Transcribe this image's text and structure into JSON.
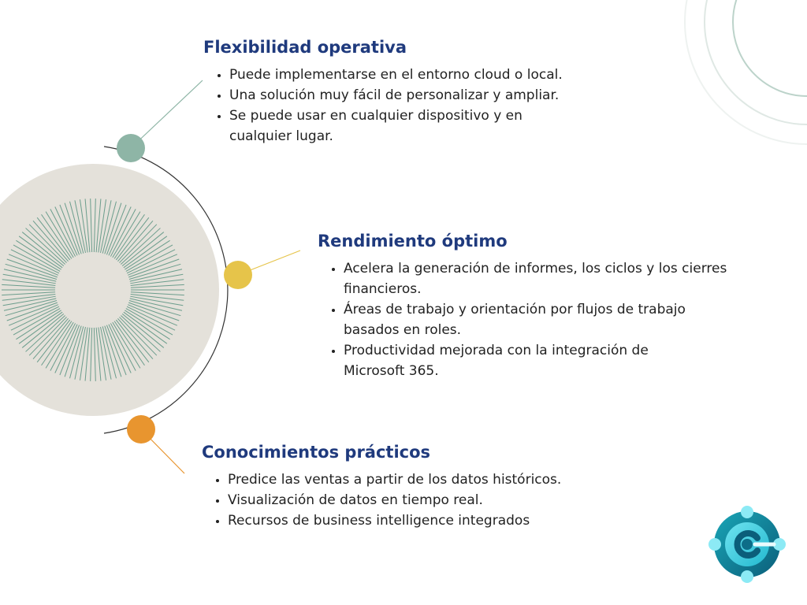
{
  "colors": {
    "heading": "#1f3a7d",
    "text": "#222222",
    "node_green": "#8eb5a6",
    "node_yellow": "#e6c44a",
    "node_orange": "#e8952f",
    "big_circle": "#e4e1da",
    "ticks": "#6b9d8c",
    "logo_teal": "#0f8a9b",
    "logo_light": "#6fe3f0"
  },
  "icons": {
    "logo": "dynamics-365-business-central-icon"
  },
  "sections": [
    {
      "title": "Flexibilidad operativa",
      "items": [
        "Puede implementarse en el entorno cloud o local.",
        "Una solución muy fácil de personalizar y ampliar.",
        "Se puede usar en cualquier dispositivo y en cualquier lugar."
      ]
    },
    {
      "title": "Rendimiento óptimo",
      "items": [
        "Acelera la generación de informes, los ciclos y los cierres financieros.",
        "Áreas de trabajo y orientación por flujos de trabajo basados en roles.",
        "Productividad mejorada con la integración de Microsoft 365."
      ]
    },
    {
      "title": "Conocimientos prácticos",
      "items": [
        "Predice las ventas a partir de los datos históricos.",
        "Visualización de datos en tiempo real.",
        "Recursos de business intelligence integrados"
      ]
    }
  ]
}
